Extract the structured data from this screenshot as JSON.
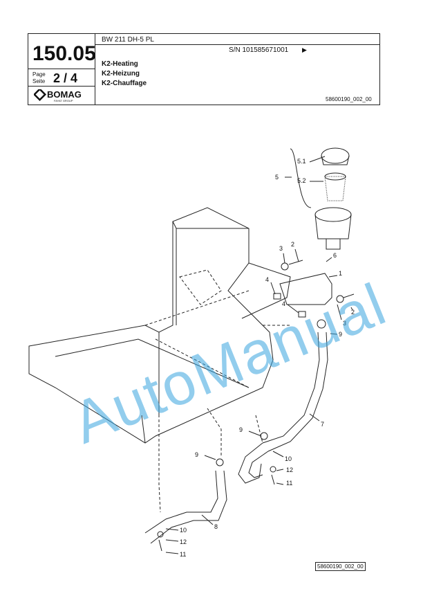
{
  "header": {
    "page_number": "150.05",
    "page_label": "Page",
    "seite_label": "Seite",
    "page_fraction": "2 / 4",
    "brand": "BOMAG",
    "brand_sub": "FAYAT GROUP",
    "model": "BW 211 DH-5 PL",
    "serial": "S/N 101585671001",
    "serial_arrow": "▶",
    "title_en": "K2-Heating",
    "title_de": "K2-Heizung",
    "title_fr": "K2-Chauffage",
    "drawing_no": "58600190_002_00"
  },
  "drawing": {
    "callouts": [
      "5.1",
      "5",
      "5.2",
      "3",
      "2",
      "6",
      "1",
      "4",
      "4",
      "3",
      "2",
      "9",
      "7",
      "9",
      "10",
      "9",
      "12",
      "11",
      "8",
      "10",
      "12",
      "11"
    ],
    "watermark": "AutoManual",
    "ref_label": "58600190_002_00"
  }
}
